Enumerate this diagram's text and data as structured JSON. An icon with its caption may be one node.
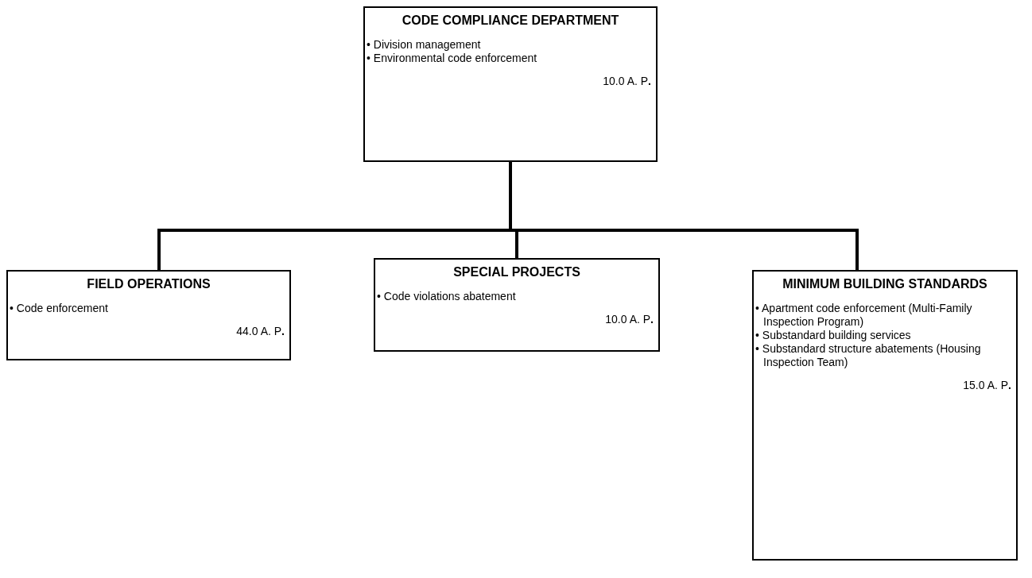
{
  "diagram": {
    "nodes": [
      {
        "text": [
          "CODE COMPLIANCE DEPARTMENT",
          "• Division management",
          "• Environmental code enforcement",
          "10.0 A. P**.**"
        ]
      },
      {
        "text": [
          "FIELD OPERATIONS",
          "• Code enforcement",
          "44.0 A. P**.**"
        ]
      },
      {
        "text": [
          "SPECIAL PROJECTS",
          "• Code violations abatement",
          "10.0 A. P**.**"
        ]
      },
      {
        "text": [
          "MINIMUM BUILDING STANDARDS",
          "• Apartment code enforcement (Multi-Family Inspection Program)",
          "• Substandard building services",
          "• Substandard structure abatements (Housing Inspection Team)",
          "15.0 A. P**.**"
        ]
      }
    ],
    "edges": [
      {
        "from": 0,
        "to": 1,
        "arrow": "none"
      },
      {
        "from": 0,
        "to": 2,
        "arrow": "none"
      },
      {
        "from": 0,
        "to": 3,
        "arrow": "none"
      }
    ]
  }
}
